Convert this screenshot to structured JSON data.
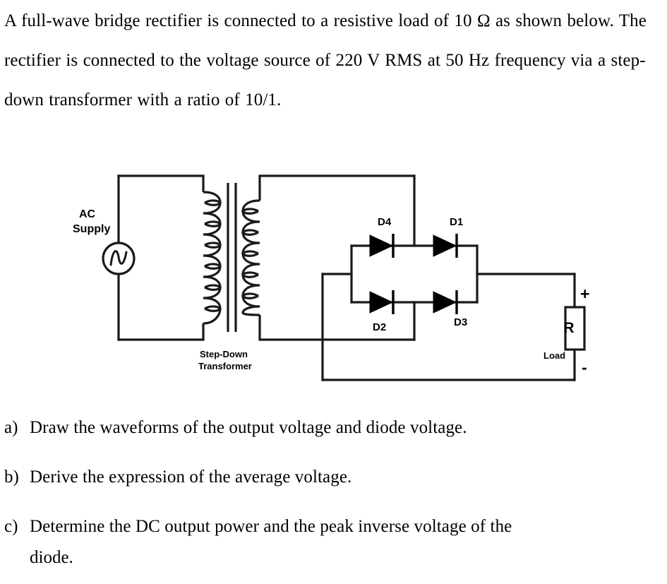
{
  "document": {
    "statement": "A full-wave bridge rectifier is connected to a resistive load of 10 Ω as shown below. The rectifier is connected to the voltage source of 220 V RMS at 50 Hz frequency via a step-down transformer with a ratio of 10/1."
  },
  "figure": {
    "title": "full-wave-bridge-rectifier-circuit",
    "ac_supply_label_line1": "AC",
    "ac_supply_label_line2": "Supply",
    "transformer_label_line1": "Step-Down",
    "transformer_label_line2": "Transformer",
    "diodes": [
      {
        "id": "D4",
        "position": "top-left"
      },
      {
        "id": "D1",
        "position": "top-right"
      },
      {
        "id": "D2",
        "position": "bottom-left"
      },
      {
        "id": "D3",
        "position": "bottom-right"
      }
    ],
    "load": {
      "symbol": "R",
      "caption": "Load",
      "polarity_positive": "+",
      "polarity_negative": "-"
    },
    "colors": {
      "wire": "#1a1a1a",
      "background": "#ffffff",
      "diode_fill": "#000000"
    }
  },
  "questions": [
    {
      "marker": "a)",
      "text": "Draw the waveforms of the output voltage and diode voltage.",
      "continuation": ""
    },
    {
      "marker": "b)",
      "text": "Derive the expression of the average voltage.",
      "continuation": ""
    },
    {
      "marker": "c)",
      "text": "Determine the DC output power and the peak inverse voltage of the",
      "continuation": "diode."
    }
  ]
}
